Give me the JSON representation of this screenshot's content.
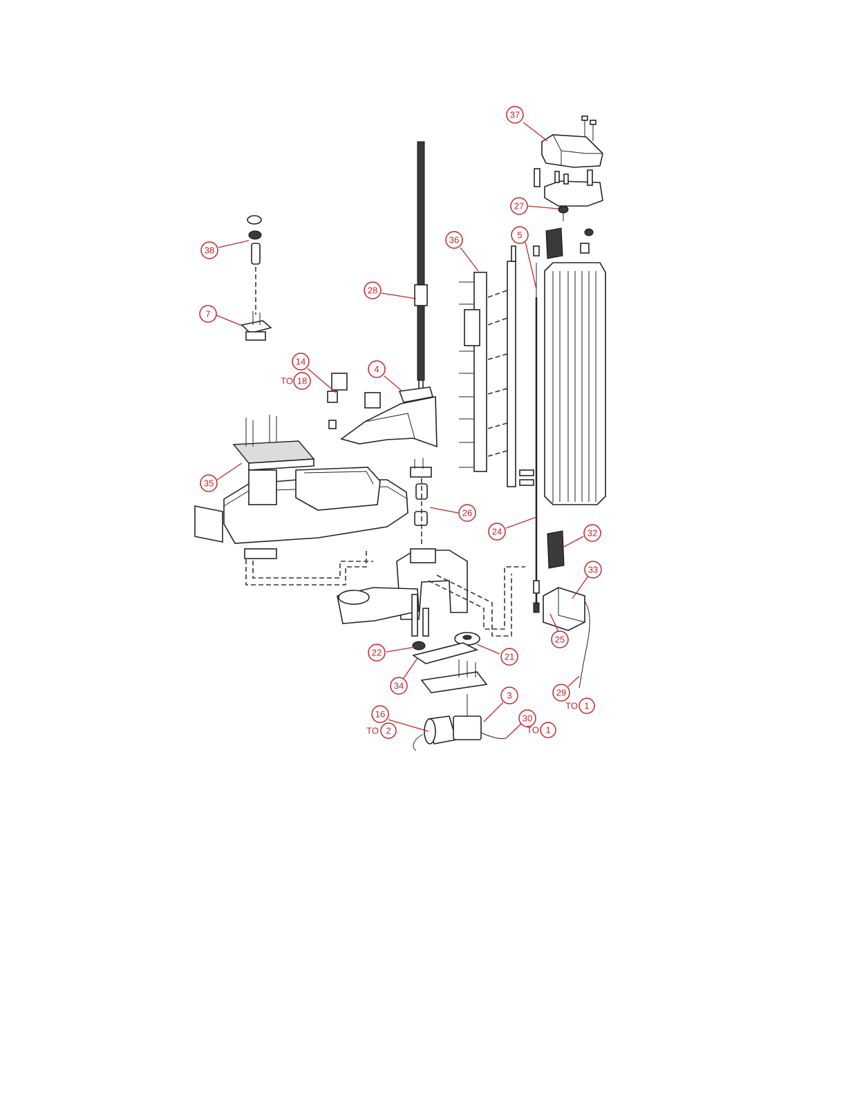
{
  "callouts": [
    {
      "id": "c37",
      "label": "37"
    },
    {
      "id": "c27",
      "label": "27"
    },
    {
      "id": "c38",
      "label": "38"
    },
    {
      "id": "c7",
      "label": "7"
    },
    {
      "id": "c36",
      "label": "36"
    },
    {
      "id": "c5",
      "label": "5"
    },
    {
      "id": "c28",
      "label": "28"
    },
    {
      "id": "c14",
      "label": "14"
    },
    {
      "id": "c18",
      "label": "18"
    },
    {
      "id": "c4",
      "label": "4"
    },
    {
      "id": "c35",
      "label": "35"
    },
    {
      "id": "c26",
      "label": "26"
    },
    {
      "id": "c24",
      "label": "24"
    },
    {
      "id": "c32",
      "label": "32"
    },
    {
      "id": "c33",
      "label": "33"
    },
    {
      "id": "c25",
      "label": "25"
    },
    {
      "id": "c22",
      "label": "22"
    },
    {
      "id": "c21",
      "label": "21"
    },
    {
      "id": "c34",
      "label": "34"
    },
    {
      "id": "c29",
      "label": "29"
    },
    {
      "id": "c1a",
      "label": "1"
    },
    {
      "id": "c3",
      "label": "3"
    },
    {
      "id": "c16",
      "label": "16"
    },
    {
      "id": "c2",
      "label": "2"
    },
    {
      "id": "c30",
      "label": "30"
    },
    {
      "id": "c1b",
      "label": "1"
    }
  ],
  "to_labels": {
    "to18": "TO",
    "to1a": "TO",
    "to2": "TO",
    "to1b": "TO"
  }
}
